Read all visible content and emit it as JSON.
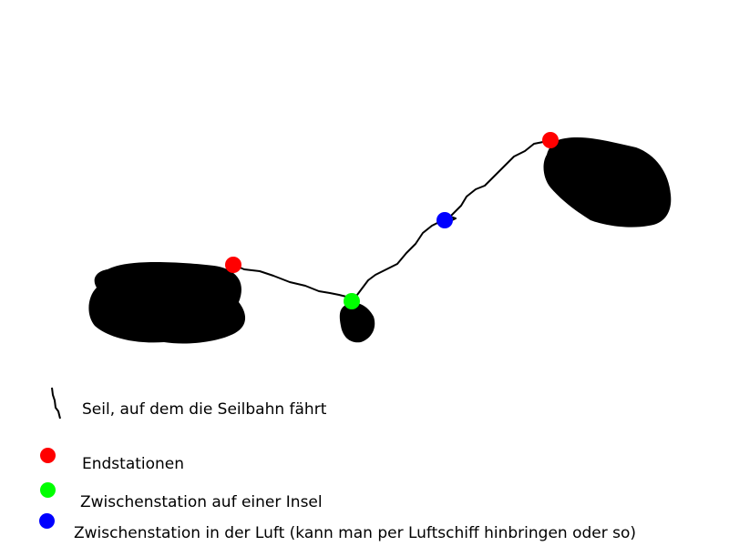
{
  "colors": {
    "background": "#ffffff",
    "island": "#000000",
    "rope": "#000000",
    "endstation": "#ff0000",
    "island_station": "#00ff00",
    "air_station": "#0000ff"
  },
  "legend": {
    "rope_label": "Seil, auf dem die Seilbahn fährt",
    "endstations_label": "Endstationen",
    "island_station_label": "Zwischenstation auf einer Insel",
    "air_station_label": "Zwischenstation in der Luft (kann man per Luftschiff hinbringen oder so)"
  }
}
